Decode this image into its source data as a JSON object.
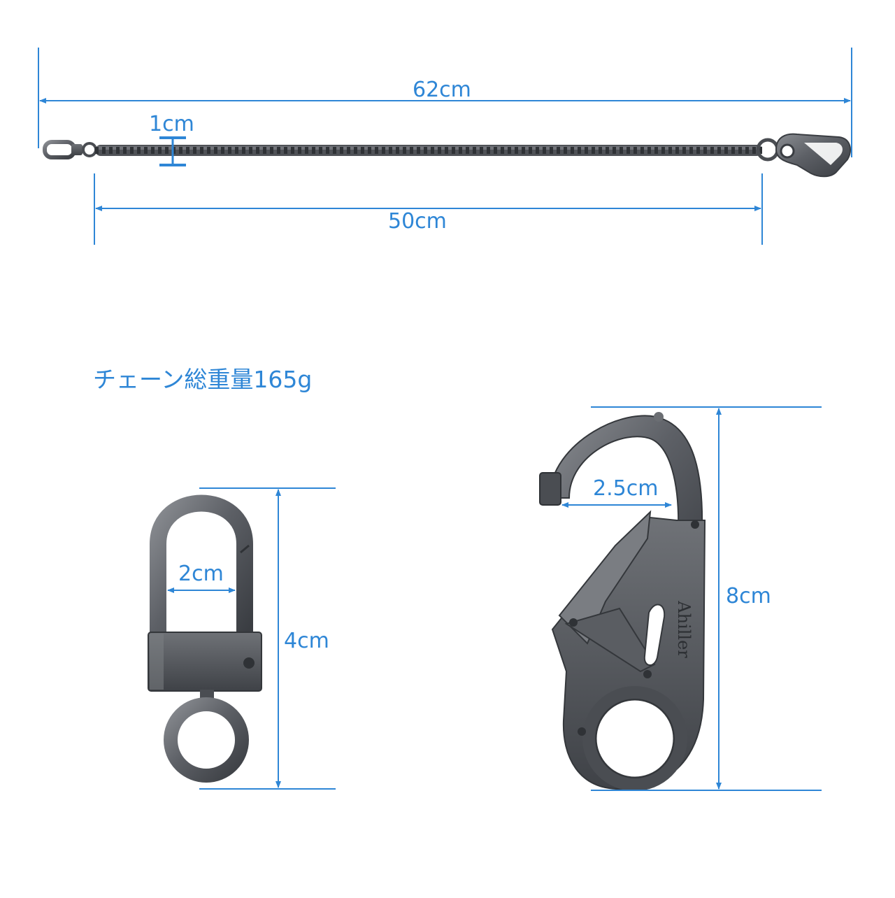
{
  "dimensions": {
    "total_length": "62cm",
    "chain_width": "1cm",
    "chain_length": "50cm",
    "small_hook_opening": "2cm",
    "small_hook_length": "4cm",
    "large_hook_opening": "2.5cm",
    "large_hook_length": "8cm"
  },
  "weight_label": "チェーン総重量165g",
  "brand_engraving": "Ahiller",
  "colors": {
    "dimension_line": "#2e86d6",
    "metal_dark": "#3f4247",
    "metal_mid": "#5d6066",
    "metal_light": "#8a8d92"
  }
}
